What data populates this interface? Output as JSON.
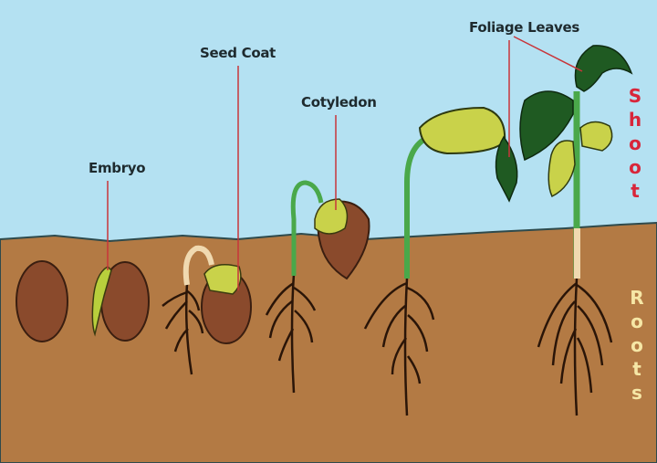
{
  "labels": {
    "embryo": "Embryo",
    "seed_coat": "Seed Coat",
    "cotyledon": "Cotyledon",
    "foliage_leaves": "Foliage Leaves",
    "shoot": "Shoot",
    "roots": "Roots"
  },
  "colors": {
    "sky": "#b4e1f2",
    "soil": "#b37a44",
    "seed": "#8a4a2c",
    "leaf": "#1f5a22",
    "cotyledon": "#c9d24a",
    "pointer_line": "#c8353a",
    "shoot_label": "#d8263a",
    "roots_label": "#f6e7a6"
  }
}
